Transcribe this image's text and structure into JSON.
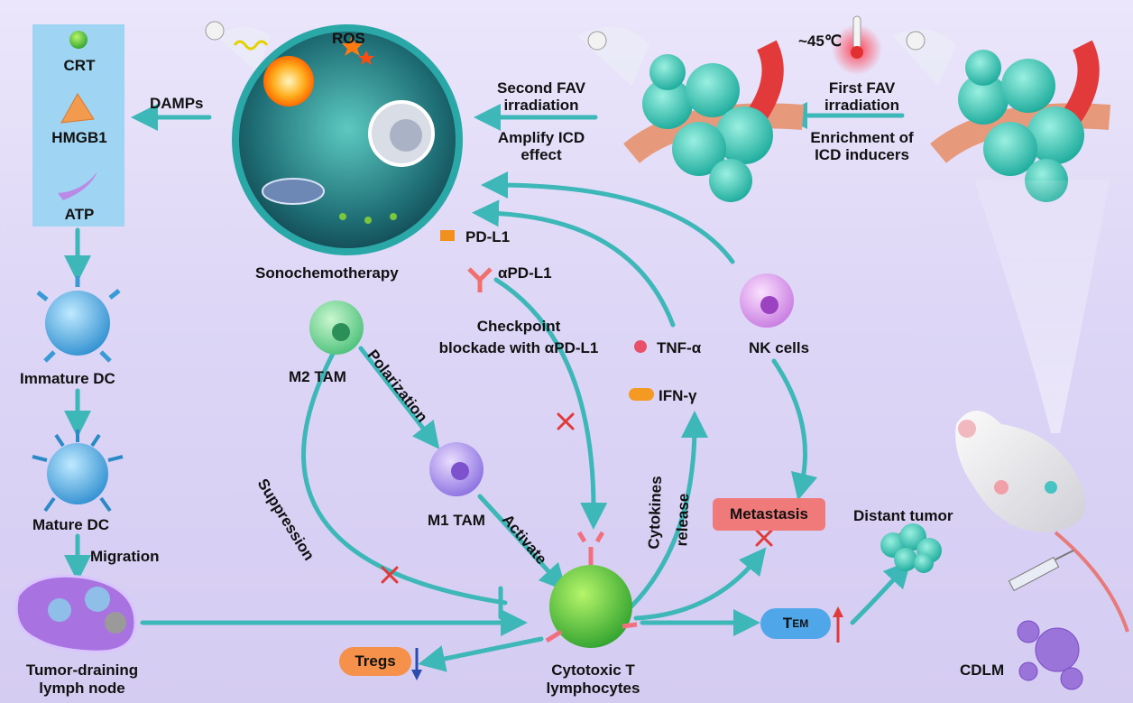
{
  "damps_panel": {
    "crt": "CRT",
    "hmgb1": "HMGB1",
    "atp": "ATP"
  },
  "labels": {
    "damps": "DAMPs",
    "ros": "ROS",
    "sonochemotherapy": "Sonochemotherapy",
    "temperature": "~45℃",
    "second_fav_line1": "Second FAV",
    "second_fav_line2": "irradiation",
    "amplify_icd_line1": "Amplify ICD",
    "amplify_icd_line2": "effect",
    "first_fav_line1": "First FAV",
    "first_fav_line2": "irradiation",
    "enrichment_line1": "Enrichment of",
    "enrichment_line2": "ICD inducers",
    "pd_l1": "PD-L1",
    "apd_l1": "αPD-L1",
    "checkpoint_line1": "Checkpoint",
    "checkpoint_line2": "blockade with αPD-L1",
    "tnf": "TNF-α",
    "nk_cells": "NK cells",
    "ifn": "IFN-γ",
    "m2_tam": "M2 TAM",
    "polarization": "Polarization",
    "m1_tam": "M1 TAM",
    "activate": "Activate",
    "suppression": "Suppression",
    "cytokines_line1": "Cytokines",
    "cytokines_line2": "release",
    "metastasis": "Metastasis",
    "distant_tumor": "Distant tumor",
    "tem_main": "T",
    "tem_sub": "EM",
    "immature_dc": "Immature DC",
    "mature_dc": "Mature DC",
    "migration": "Migration",
    "lymph_line1": "Tumor-draining",
    "lymph_line2": "lymph node",
    "tregs": "Tregs",
    "ctl_line1": "Cytotoxic T",
    "ctl_line2": "lymphocytes",
    "cdlm": "CDLM"
  },
  "colors": {
    "arrow": "#3db7b7",
    "inhibit": "#e03a3a",
    "metastasis_box": "#f07a7a",
    "tregs_pill": "#f5914a",
    "tem_pill": "#4fa6e8",
    "damps_panel": "#9fd5f2"
  }
}
